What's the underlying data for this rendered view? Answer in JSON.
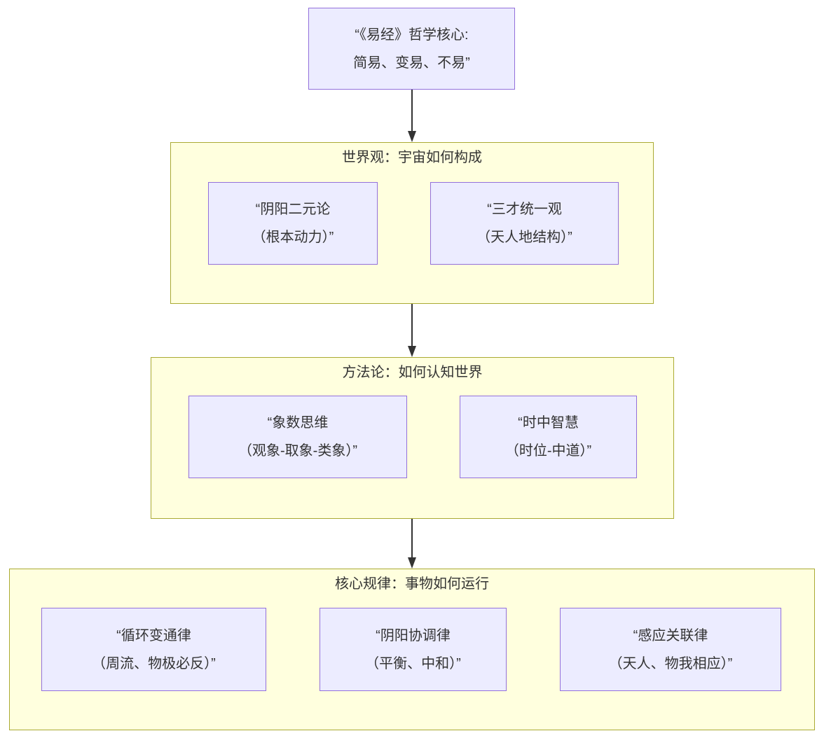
{
  "colors": {
    "node_fill": "#ECECFF",
    "node_border": "#9370DB",
    "section_fill": "#FFFFDE",
    "section_border": "#AAAA33",
    "text": "#333333",
    "arrow": "#333333"
  },
  "diagram": {
    "type": "flowchart-top-down",
    "root": {
      "text": "“《易经》哲学核心:\n简易、变易、不易”"
    },
    "sections": [
      {
        "title": "世界观：宇宙如何构成",
        "nodes": [
          {
            "text": "“阴阳二元论\n（根本动力）”"
          },
          {
            "text": "“三才统一观\n（天人地结构）”"
          }
        ]
      },
      {
        "title": "方法论：如何认知世界",
        "nodes": [
          {
            "text": "“象数思维\n（观象-取象-类象）”"
          },
          {
            "text": "“时中智慧\n（时位-中道）”"
          }
        ]
      },
      {
        "title": "核心规律：事物如何运行",
        "nodes": [
          {
            "text": "“循环变通律\n（周流、物极必反）”"
          },
          {
            "text": "“阴阳协调律\n（平衡、中和）”"
          },
          {
            "text": "“感应关联律\n（天人、物我相应）”"
          }
        ]
      }
    ]
  }
}
